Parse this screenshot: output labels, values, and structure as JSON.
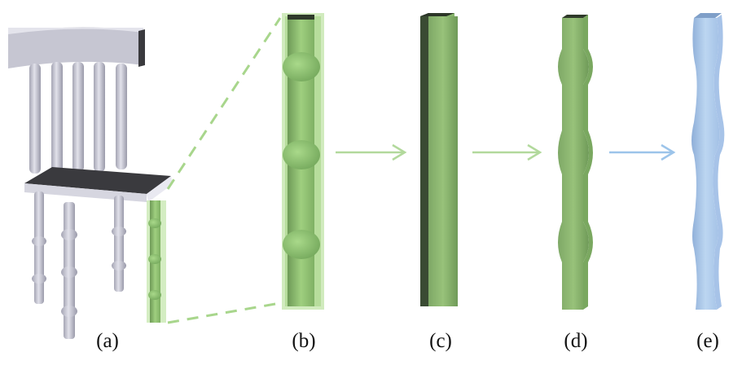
{
  "figure": {
    "panels": [
      {
        "id": "a",
        "caption": "(a)"
      },
      {
        "id": "b",
        "caption": "(b)"
      },
      {
        "id": "c",
        "caption": "(c)"
      },
      {
        "id": "d",
        "caption": "(d)"
      },
      {
        "id": "e",
        "caption": "(e)"
      }
    ]
  },
  "colors": {
    "chair_light": "#d3d3df",
    "chair_mid": "#aeaebc",
    "chair_dark": "#3c3c40",
    "green_light": "#9fcf7f",
    "green_mid": "#86b86a",
    "green_dark": "#3f5a34",
    "blue_light": "#b7d2ef",
    "blue_mid": "#96b6dc",
    "arrow_green": "#b2d99c",
    "arrow_blue": "#9cc4ea",
    "dash_green": "#a8d68c"
  }
}
